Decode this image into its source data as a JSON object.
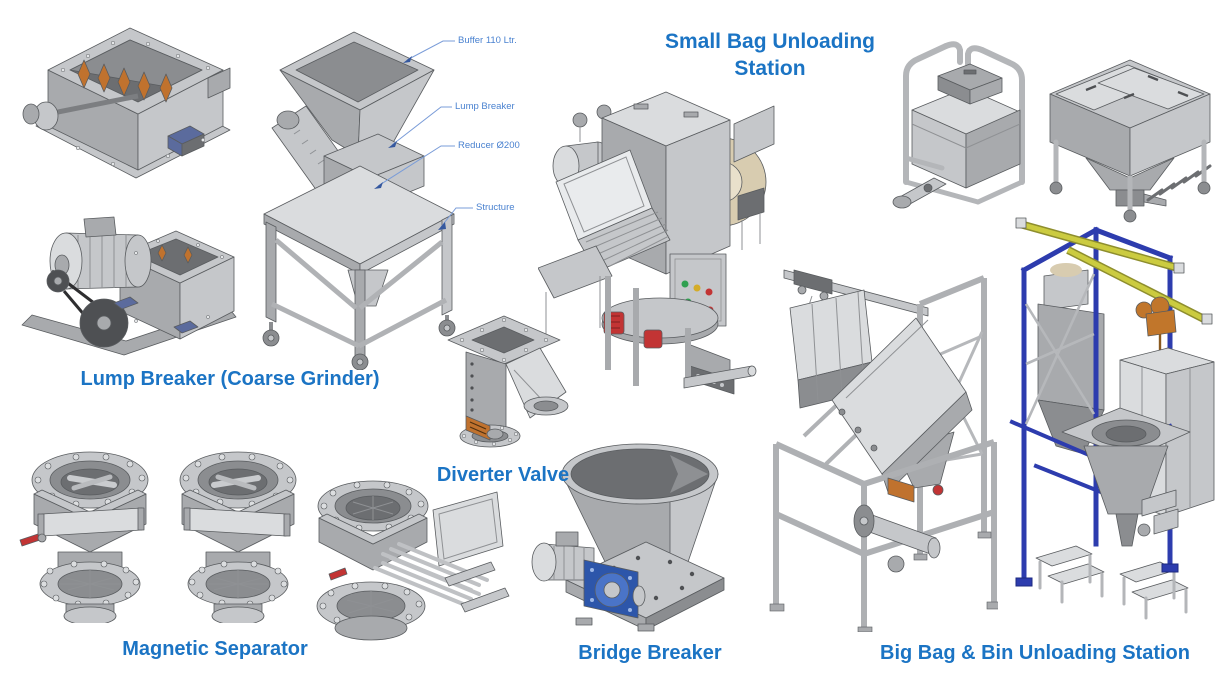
{
  "page": {
    "background": "#ffffff",
    "label_color": "#1b74c4",
    "callout_color": "#4a82d0"
  },
  "labels": {
    "lump_breaker": "Lump Breaker (Coarse Grinder)",
    "small_bag_line1": "Small Bag Unloading",
    "small_bag_line2": "Station",
    "diverter_valve": "Diverter Valve",
    "magnetic_separator": "Magnetic Separator",
    "bridge_breaker": "Bridge Breaker",
    "big_bag": "Big Bag & Bin Unloading Station"
  },
  "callouts": {
    "buffer": "Buffer 110 Ltr.",
    "lump_breaker": "Lump Breaker",
    "reducer": "Reducer Ø200",
    "structure": "Structure"
  }
}
